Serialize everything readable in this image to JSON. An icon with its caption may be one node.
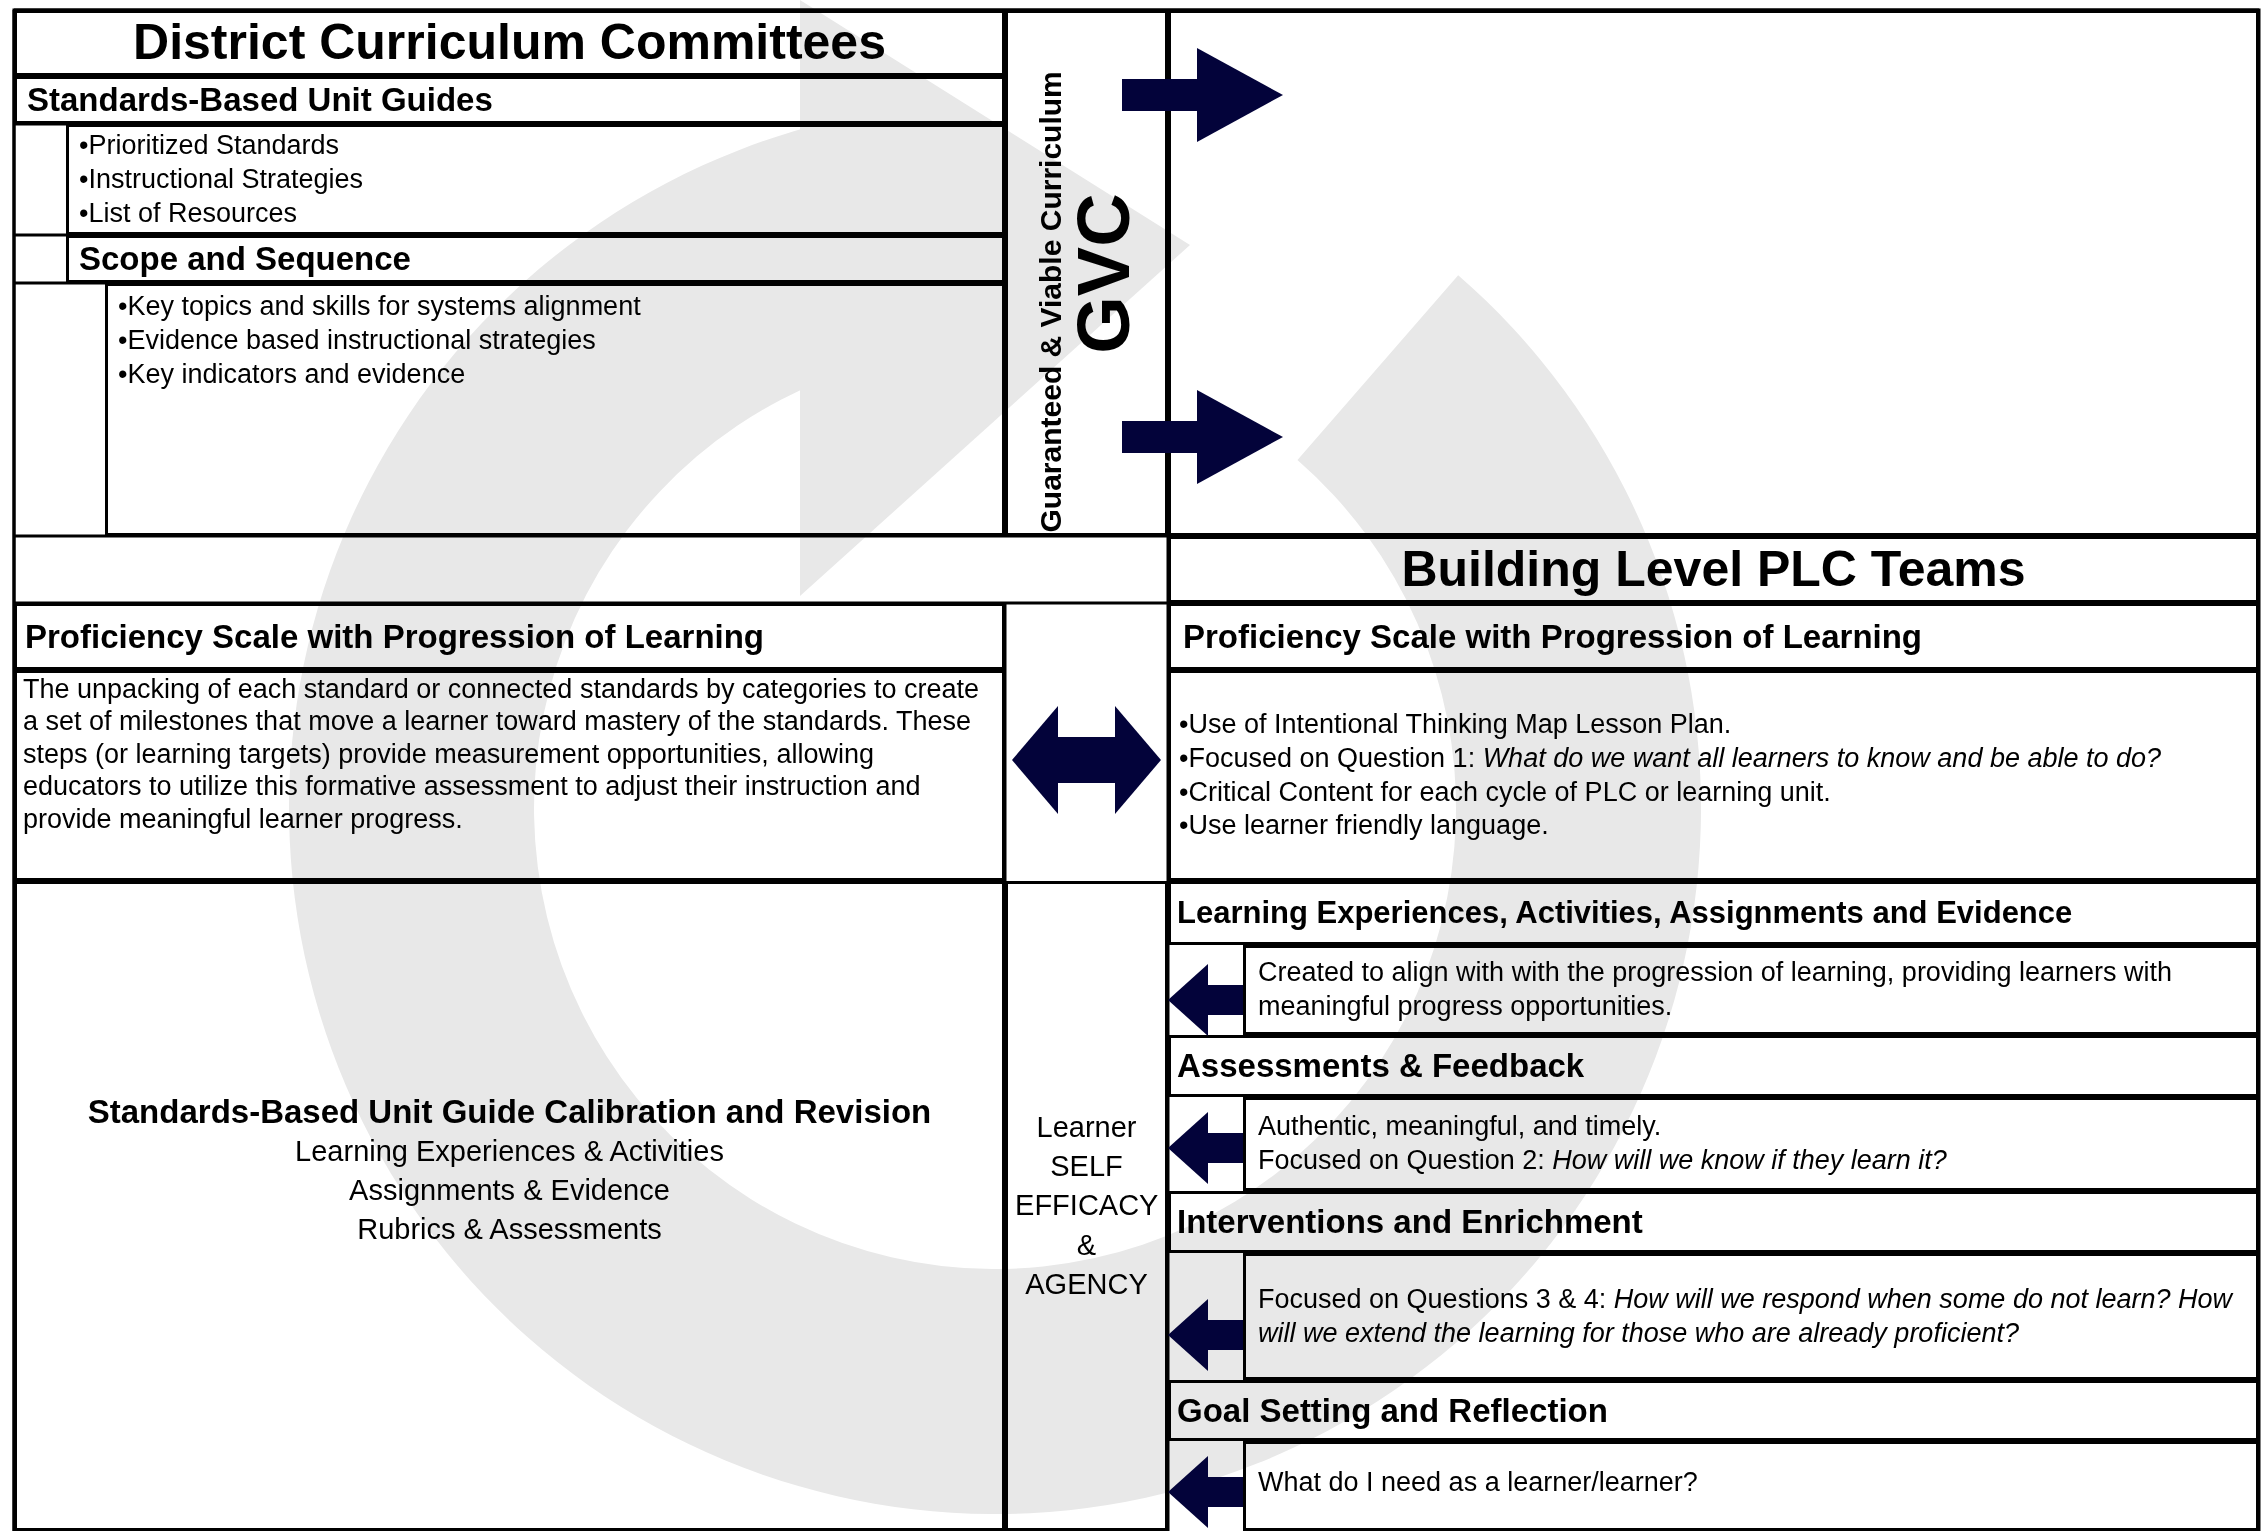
{
  "diagram": {
    "nodes": [
      {
        "text": [
          "District Curriculum Committees"
        ]
      },
      {
        "text": [
          "Standards-Based Unit Guides"
        ]
      },
      {
        "text": [
          "•Prioritized Standards",
          "•Instructional Strategies",
          "•List of Resources"
        ]
      },
      {
        "text": [
          "Scope and Sequence"
        ]
      },
      {
        "text": [
          "•Key topics and skills for systems alignment",
          "•Evidence based instructional strategies",
          "•Key indicators and evidence"
        ]
      },
      {
        "text": [
          "Guaranteed & Viable Curriculum",
          "GVC"
        ]
      },
      {
        "text": [],
        "shape": "box"
      },
      {
        "text": [
          "Building Level PLC Teams"
        ]
      },
      {
        "text": [
          "Proficiency Scale with Progression of Learning"
        ]
      },
      {
        "text": [
          "The unpacking of each standard or connected standards by categories to create a set of milestones that move a learner toward mastery of the standards. These steps (or learning targets) provide measurement opportunities, allowing educators to utilize this formative assessment to adjust their instruction and provide meaningful learner progress."
        ]
      },
      {
        "text": [
          "Proficiency Scale with Progression of Learning"
        ]
      },
      {
        "text": [
          "•Use of Intentional Thinking Map Lesson Plan.",
          "•Focused on Question 1: *What do we want all learners to know and be able to do?*",
          "•Critical Content for each cycle of PLC or learning unit.",
          "•Use learner friendly language."
        ]
      },
      {
        "text": [
          "Standards-Based Unit Guide Calibration and Revision",
          "Learning Experiences & Activities",
          "Assignments & Evidence",
          "Rubrics & Assessments"
        ]
      },
      {
        "text": [
          "Learner SELF EFFICACY & AGENCY"
        ]
      },
      {
        "text": [
          "Learning Experiences, Activities, Assignments and Evidence"
        ]
      },
      {
        "text": [
          "Created to align with with the progression of learning, providing learners with meaningful progress opportunities."
        ]
      },
      {
        "text": [
          "Assessments & Feedback"
        ]
      },
      {
        "text": [
          "Authentic, meaningful, and timely.",
          "Focused on Question 2: *How will we know if they learn it?*"
        ]
      },
      {
        "text": [
          "Interventions and Enrichment"
        ]
      },
      {
        "text": [
          "Focused on Questions 3 & 4: *How will we respond when some do not learn? How will we extend the learning for those who are already proficient?*"
        ]
      },
      {
        "text": [
          "Goal Setting and Reflection"
        ]
      },
      {
        "text": [
          "What do I need as a learner/learner?"
        ]
      }
    ],
    "edges": [
      {
        "from": 5,
        "to": 6,
        "arrow": "to"
      },
      {
        "from": 5,
        "to": 6,
        "arrow": "to"
      },
      {
        "from": 9,
        "to": 11,
        "arrow": "both"
      },
      {
        "from": 15,
        "to": 13,
        "arrow": "to"
      },
      {
        "from": 17,
        "to": 13,
        "arrow": "to"
      },
      {
        "from": 19,
        "to": 13,
        "arrow": "to"
      },
      {
        "from": 21,
        "to": 13,
        "arrow": "to"
      }
    ]
  }
}
